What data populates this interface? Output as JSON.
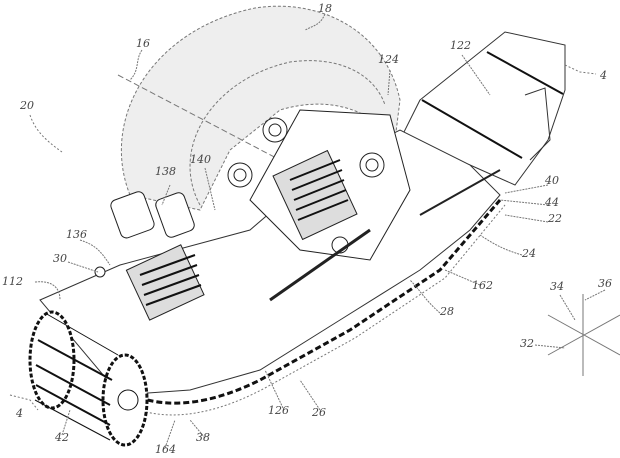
{
  "figure": {
    "reference_numerals": {
      "r16": "16",
      "r18": "18",
      "r124": "124",
      "r122": "122",
      "r4_top": "4",
      "r20": "20",
      "r138": "138",
      "r140": "140",
      "r40": "40",
      "r44": "44",
      "r22": "22",
      "r24": "24",
      "r162": "162",
      "r28": "28",
      "r34": "34",
      "r36": "36",
      "r32": "32",
      "r136": "136",
      "r30": "30",
      "r112": "112",
      "r4_bottom": "4",
      "r42": "42",
      "r164": "164",
      "r38": "38",
      "r126": "126",
      "r26": "26"
    },
    "colors": {
      "line": "#222222",
      "dashed": "#777777",
      "fender_fill": "#eeeeee"
    }
  }
}
